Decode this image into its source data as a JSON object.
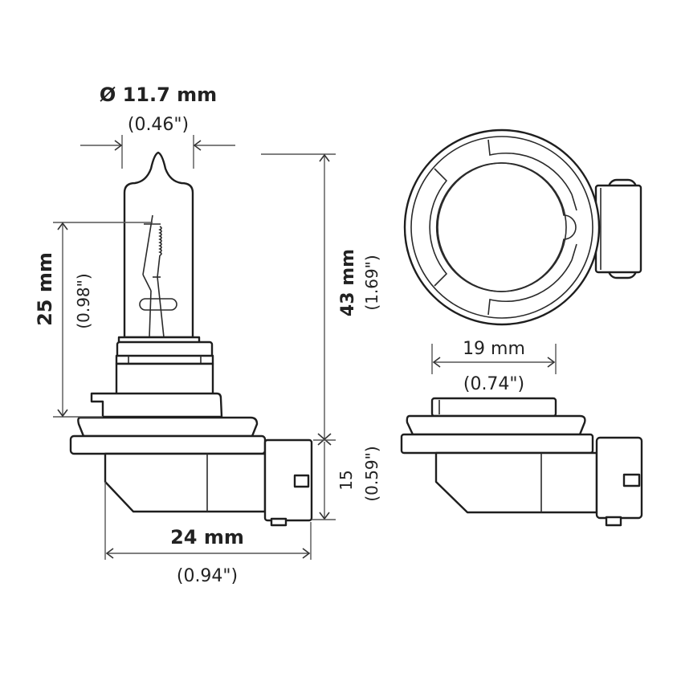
{
  "diagram": {
    "subject": "H9 halogen headlight bulb — dimension drawing",
    "colors": {
      "line": "#1e1e1e",
      "dimension_line": "#555555",
      "background": "#ffffff"
    },
    "views": [
      {
        "name": "side-view",
        "description": "Bulb side profile with glass capsule, filament, base and connector"
      },
      {
        "name": "top-view",
        "description": "Bulb base seen from top, ring with tabs and connector"
      },
      {
        "name": "base-side-view",
        "description": "Base and connector side profile"
      }
    ],
    "dimensions": {
      "diameter": {
        "metric": "Ø 11.7 mm",
        "imperial": "(0.46\")"
      },
      "bulb_height": {
        "metric": "25 mm",
        "imperial": "(0.98\")"
      },
      "overall_height": {
        "metric": "43 mm",
        "imperial": "(1.69\")"
      },
      "base_height": {
        "metric": "15",
        "imperial": "(0.59\")"
      },
      "base_width": {
        "metric": "24 mm",
        "imperial": "(0.94\")"
      },
      "flange_width": {
        "metric": "19 mm",
        "imperial": "(0.74\")"
      }
    }
  }
}
